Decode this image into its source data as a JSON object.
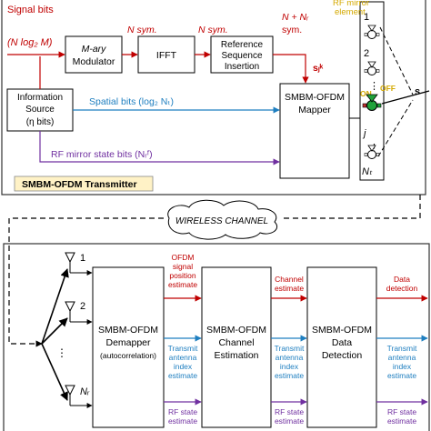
{
  "transmitter": {
    "signal_bits_line1": "Signal bits",
    "signal_bits_line2": "(N log₂ M)",
    "n_sym_1": "N sym.",
    "n_sym_2": "N sym.",
    "n_plus_nr": "N + Nᵣ",
    "sym_3": "sym.",
    "s_label": "sⱼᵏ",
    "rf_mirror_line1": "RF mirror",
    "rf_mirror_line2": "element",
    "modulator_line1": "M-ary",
    "modulator_line2": "Modulator",
    "ifft": "IFFT",
    "ref_line1": "Reference",
    "ref_line2": "Sequence",
    "ref_line3": "Insertion",
    "info_line1": "Information",
    "info_line2": "Source",
    "info_line3": "(η bits)",
    "spatial_bits": "Spatial bits (log₂ Nₜ)",
    "rf_state_bits": "RF mirror state bits (Nᵣᶠ)",
    "mapper_line1": "SMBM-OFDM",
    "mapper_line2": "Mapper",
    "title": "SMBM-OFDM Transmitter",
    "ant_1": "1",
    "ant_2": "2",
    "ant_j": "j",
    "ant_nt": "Nₜ",
    "on": "ON",
    "off": "OFF",
    "s_out": "s"
  },
  "channel": {
    "label": "WIRELESS CHANNEL"
  },
  "receiver": {
    "ant_1": "1",
    "ant_2": "2",
    "ant_nr": "Nᵣ",
    "demapper_line1": "SMBM-OFDM",
    "demapper_line2": "Demapper",
    "demapper_line3": "(autocorrelation)",
    "chest_line1": "SMBM-OFDM",
    "chest_line2": "Channel",
    "chest_line3": "Estimation",
    "dd_line1": "SMBM-OFDM",
    "dd_line2": "Data",
    "dd_line3": "Detection",
    "ofdm_est_line1": "OFDM",
    "ofdm_est_line2": "signal",
    "ofdm_est_line3": "position",
    "ofdm_est_line4": "estimate",
    "ch_est_line1": "Channel",
    "ch_est_line2": "estimate",
    "data_det_line1": "Data",
    "data_det_line2": "detection",
    "tai_a_line1": "Transmit",
    "tai_a_line2": "antenna",
    "tai_a_line3": "index",
    "tai_a_line4": "estimate",
    "tai_b_line1": "Transmit",
    "tai_b_line2": "antenna",
    "tai_b_line3": "index",
    "tai_b_line4": "estimate",
    "tai_c_line1": "Transmit",
    "tai_c_line2": "antenna",
    "tai_c_line3": "index",
    "tai_c_line4": "estimate",
    "rf_a_line1": "RF state",
    "rf_a_line2": "estimate",
    "rf_b_line1": "RF state",
    "rf_b_line2": "estimate",
    "rf_c_line1": "RF state",
    "rf_c_line2": "estimate"
  },
  "colors": {
    "signal": "#c00000",
    "spatial": "#1f7fc0",
    "rf_state": "#7030a0",
    "accent_yellow": "#f2c200",
    "title_bg": "#fff2c6",
    "mirror_green": "#1fa23a"
  }
}
